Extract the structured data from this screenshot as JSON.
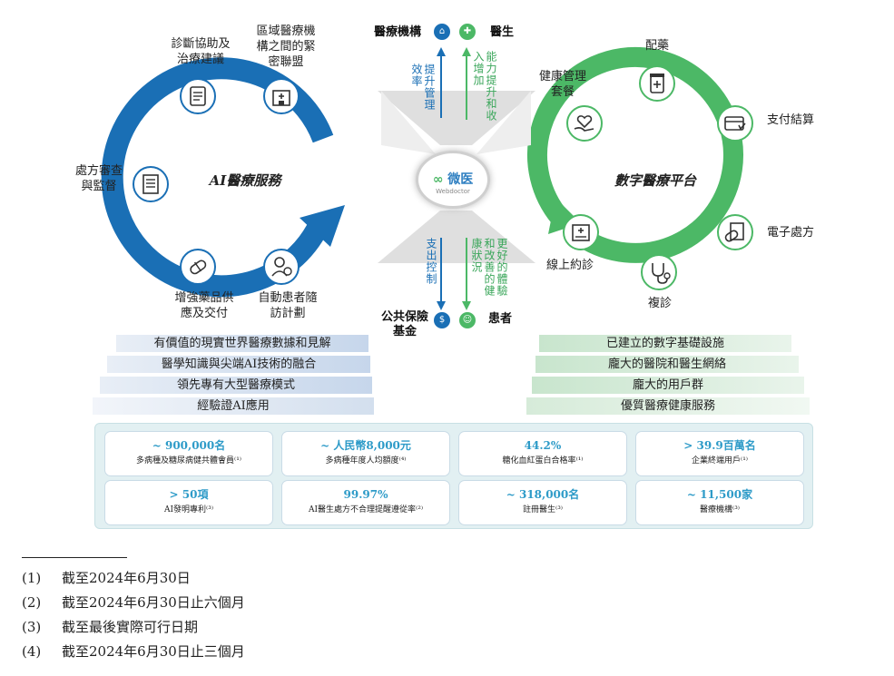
{
  "left_hub": {
    "title": "AI醫療服務",
    "items": [
      {
        "label": "診斷協助及\n治療建議"
      },
      {
        "label": "區域醫療機\n構之間的緊\n密聯盟"
      },
      {
        "label": "處方審查\n與監督"
      },
      {
        "label": "增強藥品供\n應及交付"
      },
      {
        "label": "自動患者隨\n訪計劃"
      }
    ],
    "color": "#1a6fb5"
  },
  "right_hub": {
    "title": "數字醫療平台",
    "items": [
      {
        "label": "配藥"
      },
      {
        "label": "健康管理\n套餐"
      },
      {
        "label": "支付結算"
      },
      {
        "label": "電子處方"
      },
      {
        "label": "複診"
      },
      {
        "label": "線上約診"
      }
    ],
    "color": "#4cb866"
  },
  "center": {
    "logo_text": "微医",
    "logo_sub": "Webdoctor",
    "top_left": "醫療機構",
    "top_right": "醫生",
    "bottom_left": "公共保險\n基金",
    "bottom_right": "患者",
    "top_blue_text": "提升管理\n效率",
    "top_green_text": "能力提升和收\n入增加",
    "bottom_blue_text": "支出控制",
    "bottom_green_text": "更好的體驗\n和改善的健\n康狀況"
  },
  "left_bands": [
    "有價值的現實世界醫療數據和見解",
    "醫學知識與尖端AI技術的融合",
    "領先專有大型醫療模式",
    "經驗證AI應用"
  ],
  "right_bands": [
    "已建立的數字基礎設施",
    "龐大的醫院和醫生網絡",
    "龐大的用戶群",
    "優質醫療健康服務"
  ],
  "stats": [
    {
      "value": "~ 900,000名",
      "caption": "多病種及糖尿病健共體會員⁽¹⁾"
    },
    {
      "value": "~ 人民幣8,000元",
      "caption": "多病種年度人均額度⁽⁴⁾"
    },
    {
      "value": "44.2%",
      "caption": "糖化血紅蛋白合格率⁽¹⁾"
    },
    {
      "value": "> 39.9百萬名",
      "caption": "企業終端用戶⁽¹⁾"
    },
    {
      "value": "> 50項",
      "caption": "AI發明專利⁽³⁾"
    },
    {
      "value": "99.97%",
      "caption": "AI醫生處方不合理提醒遵從率⁽²⁾"
    },
    {
      "value": "~ 318,000名",
      "caption": "註冊醫生⁽³⁾"
    },
    {
      "value": "~ 11,500家",
      "caption": "醫療機構⁽³⁾"
    }
  ],
  "footnotes": [
    {
      "num": "(1)",
      "text": "截至2024年6月30日"
    },
    {
      "num": "(2)",
      "text": "截至2024年6月30日止六個月"
    },
    {
      "num": "(3)",
      "text": "截至最後實際可行日期"
    },
    {
      "num": "(4)",
      "text": "截至2024年6月30日止三個月"
    }
  ]
}
